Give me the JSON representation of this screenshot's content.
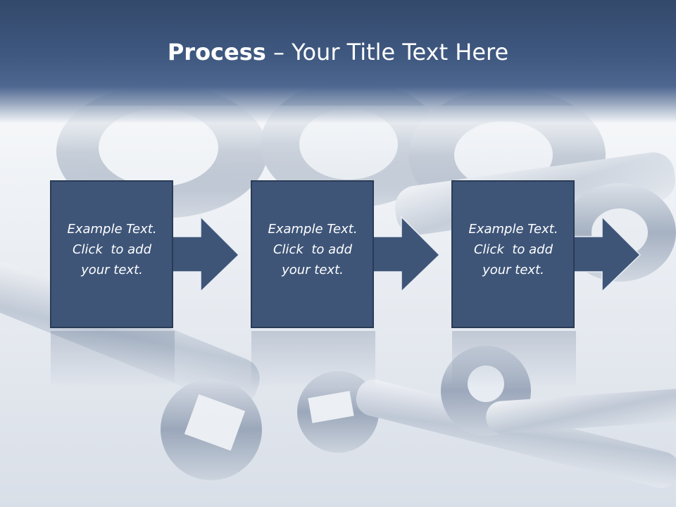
{
  "slide": {
    "title_bold": "Process",
    "title_rest": " – Your Title Text Here"
  },
  "steps": [
    {
      "line1": "Example Text.",
      "line2": "Click  to add",
      "line3": "your text."
    },
    {
      "line1": "Example Text.",
      "line2": "Click  to add",
      "line3": "your text."
    },
    {
      "line1": "Example Text.",
      "line2": "Click  to add",
      "line3": "your text."
    }
  ],
  "colors": {
    "box_fill": "#3e5578",
    "box_border": "#2a3b55",
    "header": "#3f5880",
    "title_text": "#ffffff"
  },
  "icons": [
    "arrow-right-icon",
    "wrench-icon"
  ]
}
